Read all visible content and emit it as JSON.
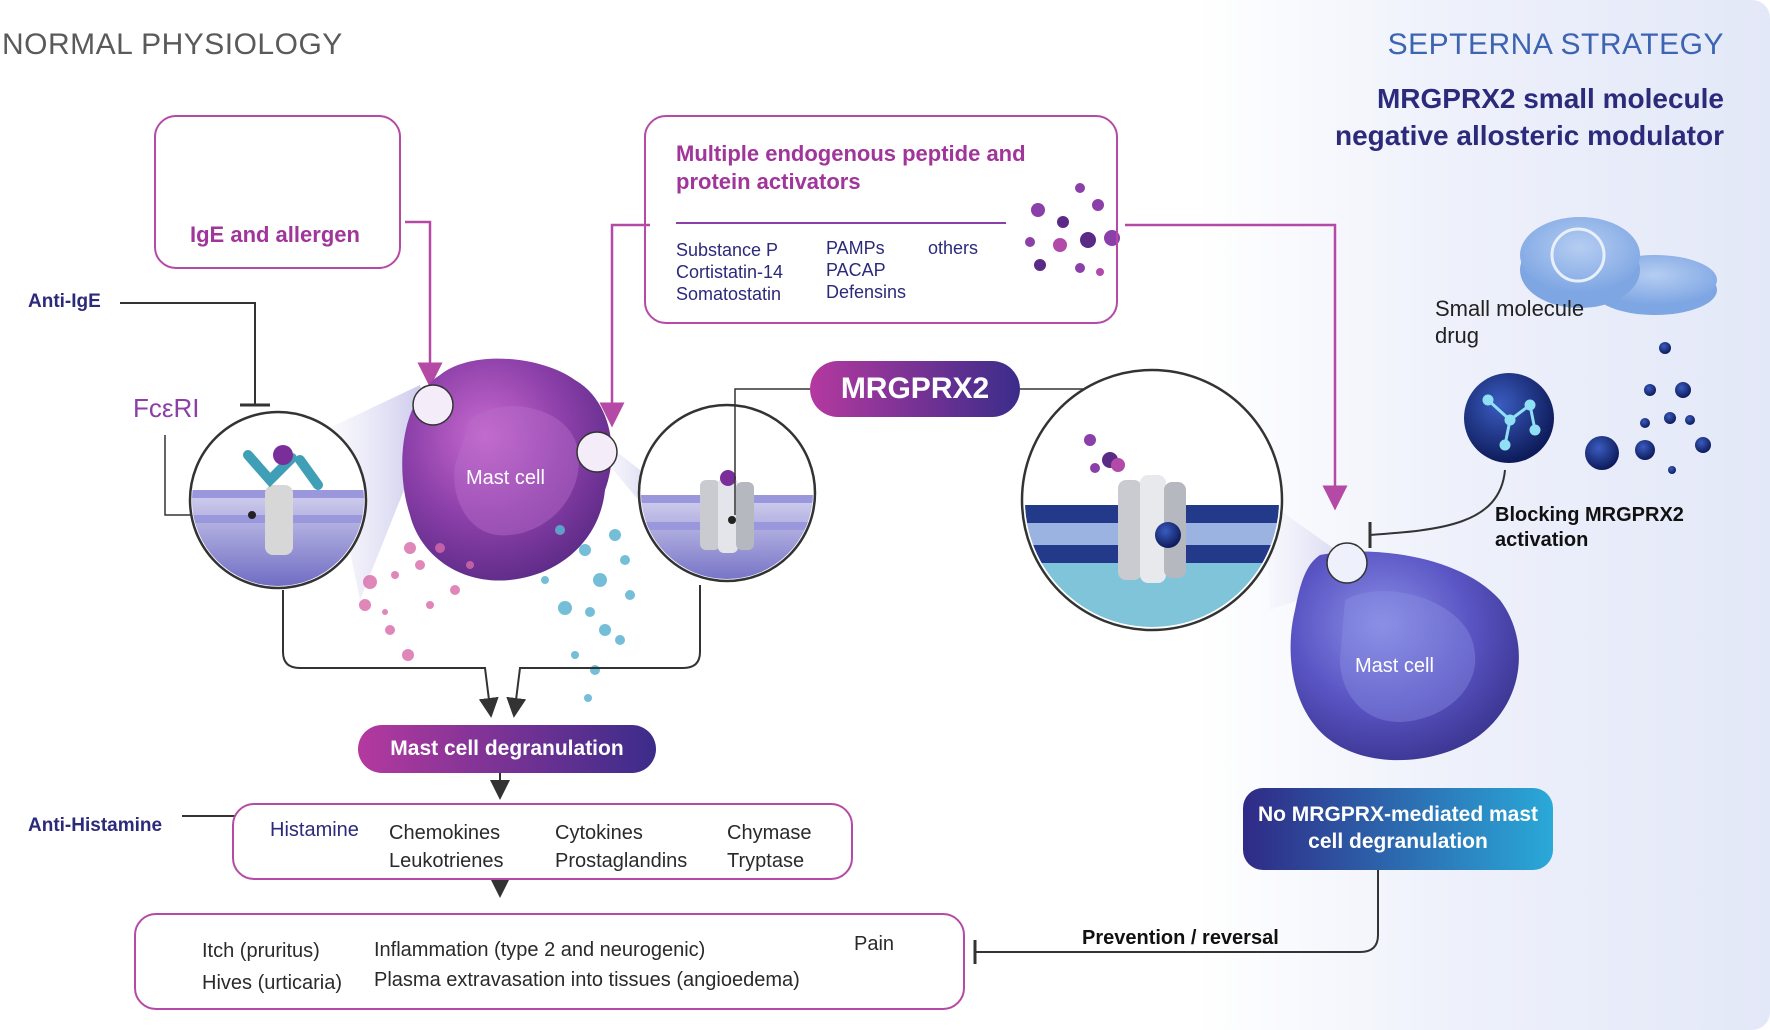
{
  "headings": {
    "left": "NORMAL PHYSIOLOGY",
    "right": "SEPTERNA STRATEGY",
    "strategy_title": "MRGPRX2 small molecule negative allosteric modulator"
  },
  "ige_box": {
    "label": "IgE and allergen"
  },
  "activators_box": {
    "title": "Multiple endogenous peptide and protein activators",
    "col1": [
      "Substance P",
      "Cortistatin-14",
      "Somatostatin"
    ],
    "col2": [
      "PAMPs",
      "PACAP",
      "Defensins"
    ],
    "col3": [
      "others"
    ]
  },
  "labels": {
    "anti_ige": "Anti-IgE",
    "fceri": "FcεRI",
    "mast_cell_left": "Mast cell",
    "mast_cell_right": "Mast cell",
    "mrgprx2": "MRGPRX2",
    "small_molecule_drug": "Small molecule drug",
    "blocking": "Blocking MRGPRX2 activation",
    "anti_histamine": "Anti-Histamine",
    "prevention": "Prevention / reversal"
  },
  "degranulation": {
    "label": "Mast cell degranulation"
  },
  "no_degranulation": {
    "label": "No MRGPRX-mediated mast cell degranulation"
  },
  "mediators": {
    "histamine": "Histamine",
    "col1": [
      "Chemokines",
      "Leukotrienes"
    ],
    "col2": [
      "Cytokines",
      "Prostaglandins"
    ],
    "col3": [
      "Chymase",
      "Tryptase"
    ]
  },
  "outcomes": {
    "col1": [
      "Itch (pruritus)",
      "Hives (urticaria)"
    ],
    "col2": [
      "Inflammation (type 2 and neurogenic)",
      "Plasma extravasation into tissues (angioedema)"
    ],
    "col3": [
      "Pain"
    ]
  },
  "colors": {
    "purple": "#a0359a",
    "navy": "#2c2a7a",
    "magenta": "#b54aa6",
    "blue_accent": "#3d64b3",
    "teal": "#4aa3b8"
  }
}
